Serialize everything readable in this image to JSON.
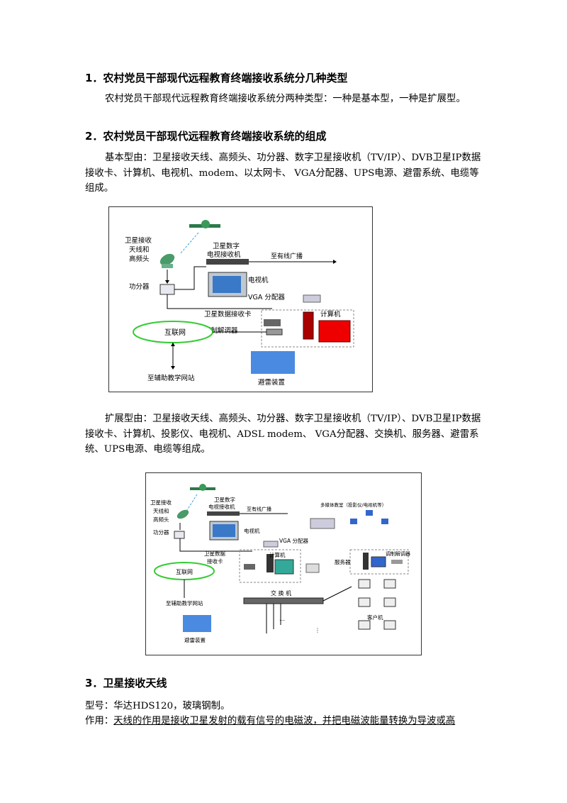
{
  "sections": [
    {
      "heading": "1．农村党员干部现代远程教育终端接收系统分几种类型",
      "body": "农村党员干部现代远程教育终端接收系统分两种类型：一种是基本型，一种是扩展型。"
    },
    {
      "heading": "2．农村党员干部现代远程教育终端接收系统的组成",
      "body": "基本型由：卫星接收天线、高频头、功分器、数字卫星接收机（TV/IP）、DVB卫星IP数据接收卡、计算机、电视机、modem、以太网卡、 VGA分配器、UPS电源、避雷系统、电缆等组成。",
      "body2": "扩展型由：卫星接收天线、高频头、功分器、数字卫星接收机（TV/IP）、DVB卫星IP数据接收卡、计算机、投影仪、电视机、ADSL modem、 VGA分配器、交换机、服务器、避雷系统、UPS电源、电缆等组成。"
    },
    {
      "heading": "3．卫星接收天线",
      "model_label": "型号：",
      "model_value": "华达HDS120，玻璃钢制。",
      "func_label": "作用：",
      "func_value": "天线的作用是接收卫星发射的载有信号的电磁波，并把电磁波能量转换为导波或高"
    }
  ],
  "figure1": {
    "antenna": "卫星接收",
    "antenna2": "天线和",
    "antenna3": "高频头",
    "receiver": "卫星数字",
    "receiver2": "电视接收机",
    "to_cable": "至有线广播",
    "tv": "电视机",
    "splitter": "功分器",
    "vga": "VGA 分配器",
    "ip_card": "卫星数据接收卡",
    "computer": "计算机",
    "modem": "调制解调器",
    "internet": "互联网",
    "aux_site": "至辅助教学网站",
    "lightning": "避雷装置"
  },
  "figure2": {
    "antenna": "卫星接收",
    "antenna2": "天线和",
    "antenna3": "高频头",
    "receiver": "卫星数字",
    "receiver2": "电视接收机",
    "to_cable": "至有线广播",
    "classroom": "多媒体教室（投影仪/电视机等）",
    "splitter": "功分器",
    "tv": "电视机",
    "vga": "VGA 分配器",
    "ip_card": "卫星数据",
    "ip_card2": "接收卡",
    "computer": "计算机",
    "server": "服务器",
    "modem": "调制解调器",
    "internet": "互联网",
    "switch": "交 换 机",
    "aux_site": "至辅助教学网站",
    "client": "客户机",
    "lightning": "避雷装置",
    "dots": "…",
    "vdots": "⋮"
  }
}
